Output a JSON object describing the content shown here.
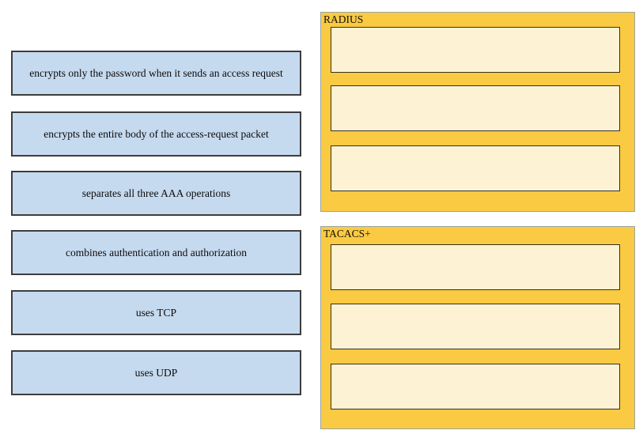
{
  "left_tokens": [
    "encrypts only the password when it sends an access request",
    "encrypts the entire body of the access-request packet",
    "separates all three AAA operations",
    "combines authentication and authorization",
    "uses TCP",
    "uses UDP"
  ],
  "targets": [
    {
      "label": "RADIUS",
      "slots": [
        "",
        "",
        ""
      ]
    },
    {
      "label": "TACACS+",
      "slots": [
        "",
        "",
        ""
      ]
    }
  ],
  "colors": {
    "token_fill": "#c6daef",
    "token_border": "#3d3d3d",
    "panel_fill": "#fbca43",
    "panel_border": "#97a5a1",
    "slot_fill": "#fdf3d4",
    "slot_border": "#35311b",
    "text": "#0b0b0b"
  }
}
